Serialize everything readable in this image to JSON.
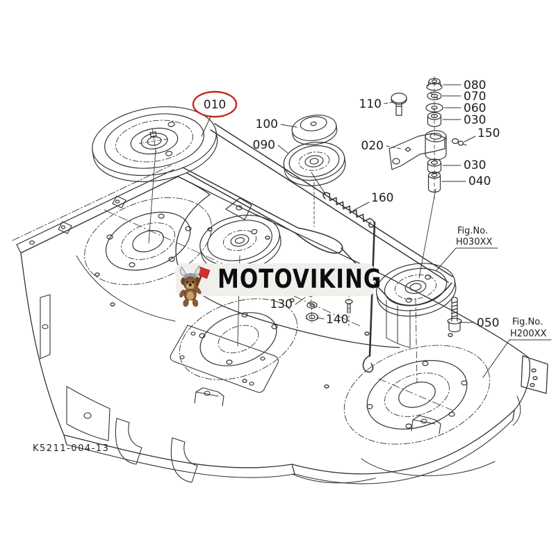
{
  "diagram": {
    "brand": "MOTOVIKING",
    "drawing_number": "K5211-004-13",
    "highlighted_callout": "010",
    "callouts": {
      "c010": "010",
      "c100": "100",
      "c090": "090",
      "c110": "110",
      "c080": "080",
      "c070": "070",
      "c060": "060",
      "c030_upper": "030",
      "c150": "150",
      "c020": "020",
      "c030_lower": "030",
      "c040": "040",
      "c160": "160",
      "c130": "130",
      "c140": "140",
      "c050": "050"
    },
    "figure_references": [
      {
        "prefix": "Fig.No.",
        "code": "H030XX"
      },
      {
        "prefix": "Fig.No.",
        "code": "H200XX"
      }
    ],
    "colors": {
      "line": "#333333",
      "highlight_red": "#c52a22",
      "watermark_bg": "#f1efec",
      "text": "#1c1c1c",
      "logo_body_brown": "#8a5a33",
      "logo_dark_brown": "#5f3d1f",
      "logo_belly_tan": "#c9a06b",
      "logo_helmet_gray": "#9aa0a6",
      "logo_axe_red": "#d32f2f"
    }
  }
}
